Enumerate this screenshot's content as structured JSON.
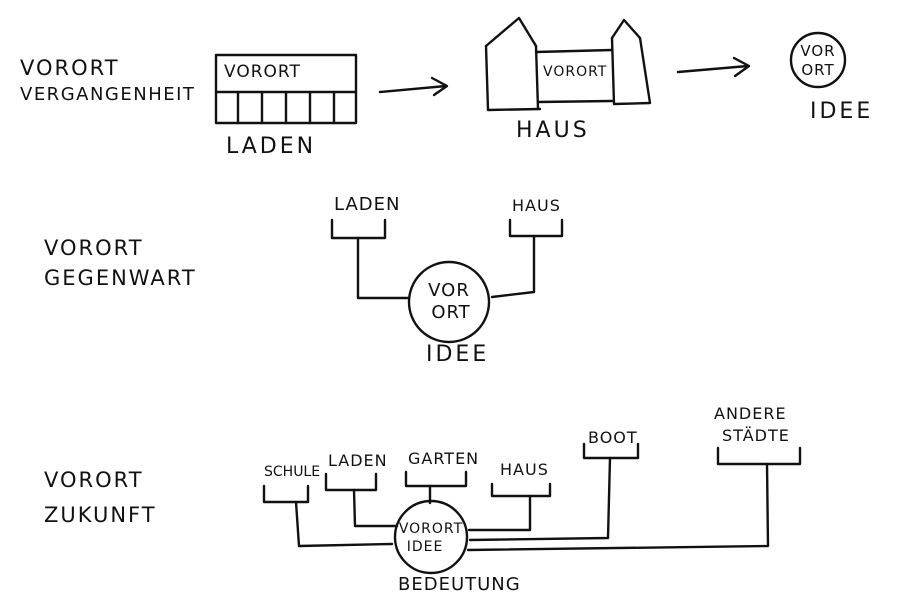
{
  "rows": {
    "past": {
      "title": "VORORT",
      "subtitle": "VERGANGENHEIT"
    },
    "present": {
      "title": "VORORT",
      "subtitle": "GEGENWART"
    },
    "future": {
      "title": "VORORT",
      "subtitle": "ZUKUNFT"
    }
  },
  "past": {
    "shop_sign": "VORORT",
    "shop_caption": "LADEN",
    "house_sign": "VORORT",
    "house_caption": "HAUS",
    "idea_circle_line1": "VOR",
    "idea_circle_line2": "ORT",
    "idea_caption": "IDEE"
  },
  "present": {
    "node_left": "LADEN",
    "node_right": "HAUS",
    "center_line1": "VOR",
    "center_line2": "ORT",
    "center_caption": "IDEE"
  },
  "future": {
    "nodes": [
      "SCHULE",
      "LADEN",
      "GARTEN",
      "HAUS",
      "BOOT",
      "ANDERE",
      "STÄDTE"
    ],
    "center_line1": "VORORT",
    "center_line2": "IDEE",
    "center_caption": "BEDEUTUNG"
  }
}
